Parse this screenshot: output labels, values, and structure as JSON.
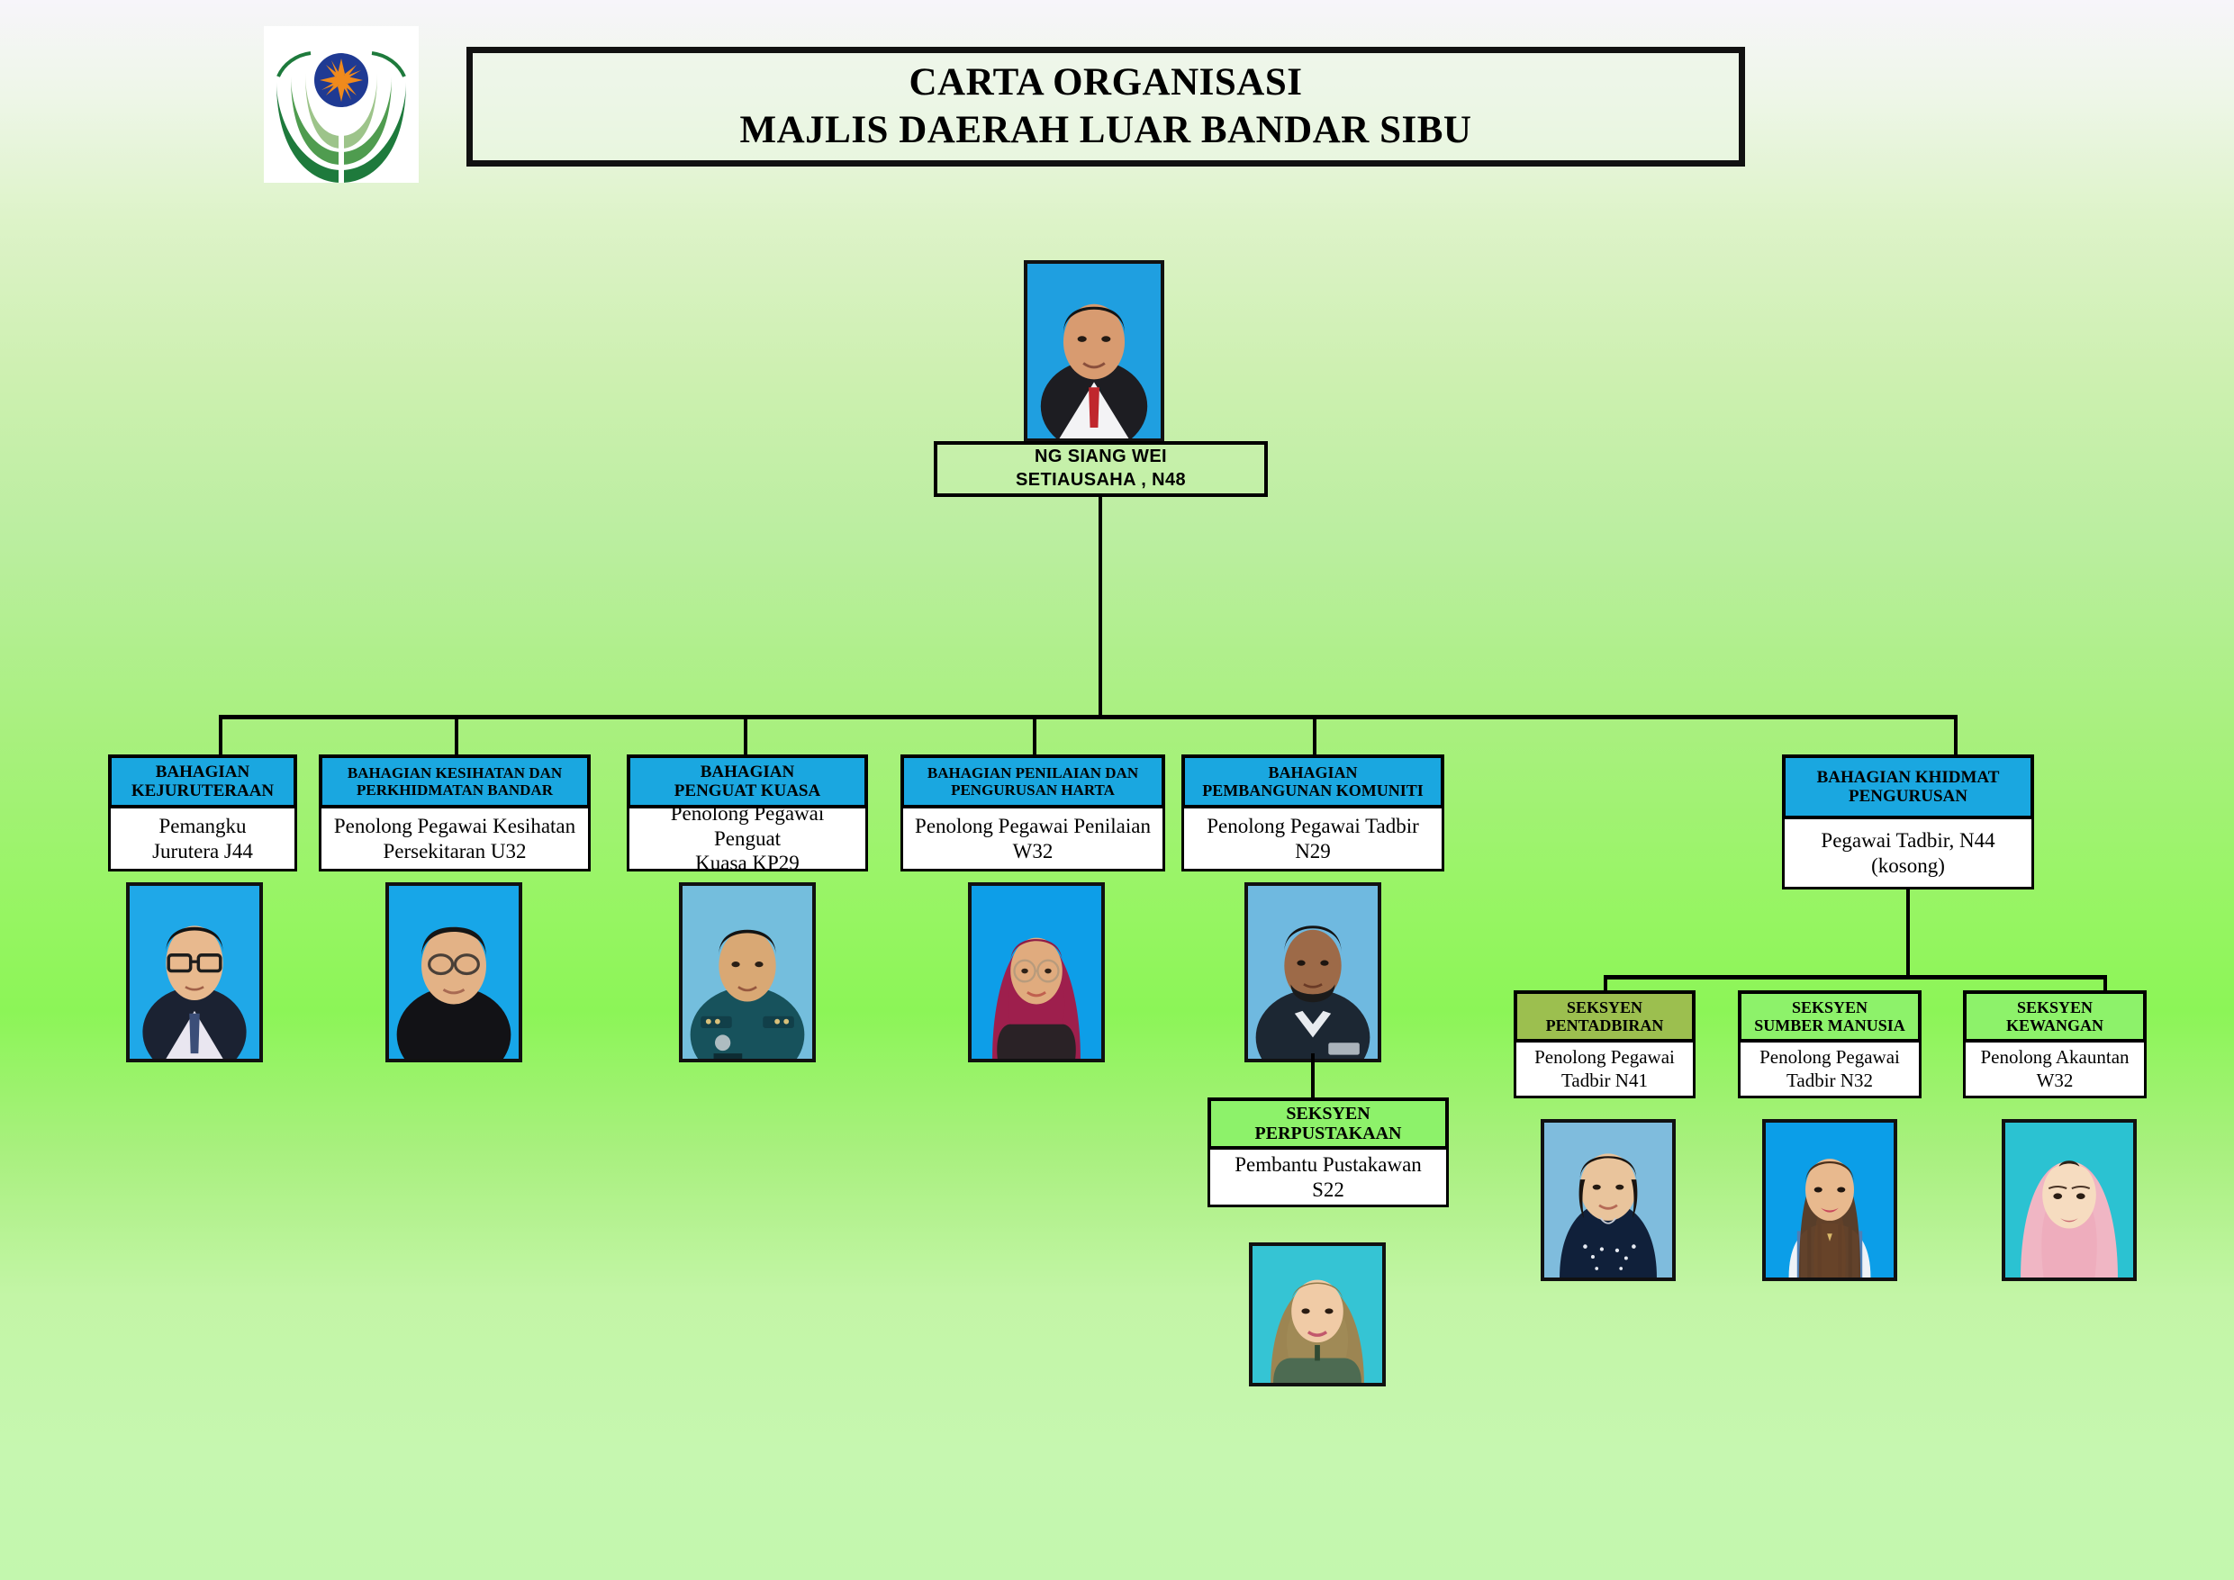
{
  "header": {
    "title_line1": "CARTA ORGANISASI",
    "title_line2": "MAJLIS DAERAH LUAR BANDAR SIBU",
    "logo_name": "majlis-daerah-luar-bandar-sibu-logo",
    "logo_colors": {
      "circle": "#1f3a93",
      "star": "#f08a1c",
      "arc_dark": "#1e7a3c",
      "arc_mid": "#4f9c4f",
      "arc_light": "#9dc48a"
    }
  },
  "colors": {
    "head_cyan": "#1aa7e0",
    "head_olive": "#9cbf4f",
    "head_green": "#8df26a",
    "body_white": "#ffffff",
    "line": "#000000",
    "bg_top": "#f7f5fa",
    "bg_mid": "#8cf557",
    "bg_bottom": "#c3f7ae"
  },
  "top": {
    "name": "NG SIANG WEI",
    "position": "SETIAUSAHA , N48",
    "photo": "portrait-secretary"
  },
  "departments": [
    {
      "id": "bahagian-kejuruteraan",
      "head_line1": "BAHAGIAN",
      "head_line2": "KEJURUTERAAN",
      "head_color": "#1aa7e0",
      "body_line1": "Pemangku",
      "body_line2": "Jurutera J44",
      "photo": "portrait-jurutera",
      "photo_bg": "#1aa7e0"
    },
    {
      "id": "bahagian-kesihatan-dan-perkhidmatan-bandar",
      "head_line1": "BAHAGIAN KESIHATAN DAN",
      "head_line2": "PERKHIDMATAN BANDAR",
      "head_color": "#1aa7e0",
      "body_line1": "Penolong Pegawai Kesihatan",
      "body_line2": "Persekitaran U32",
      "photo": "portrait-kesihatan",
      "photo_bg": "#1aa7e0"
    },
    {
      "id": "bahagian-penguat-kuasa",
      "head_line1": "BAHAGIAN",
      "head_line2": "PENGUAT KUASA",
      "head_color": "#1aa7e0",
      "body_line1": "Penolong Pegawai Penguat",
      "body_line2": "Kuasa KP29",
      "photo": "portrait-penguat-kuasa",
      "photo_bg": "#6fb8dd"
    },
    {
      "id": "bahagian-penilaian-dan-pengurusan-harta",
      "head_line1": "BAHAGIAN PENILAIAN DAN",
      "head_line2": "PENGURUSAN HARTA",
      "head_color": "#1aa7e0",
      "body_line1": "Penolong Pegawai Penilaian",
      "body_line2": "W32",
      "photo": "portrait-penilaian",
      "photo_bg": "#0b9ee8"
    },
    {
      "id": "bahagian-pembangunan-komuniti",
      "head_line1": "BAHAGIAN",
      "head_line2": "PEMBANGUNAN KOMUNITI",
      "head_color": "#1aa7e0",
      "body_line1": "Penolong Pegawai Tadbir",
      "body_line2": "N29",
      "photo": "portrait-komuniti",
      "photo_bg": "#6fb8dd"
    },
    {
      "id": "bahagian-khidmat-pengurusan",
      "head_line1": "BAHAGIAN KHIDMAT",
      "head_line2": "PENGURUSAN",
      "head_color": "#1aa7e0",
      "body_line1": "Pegawai Tadbir, N44",
      "body_line2": "(kosong)",
      "photo": null,
      "photo_bg": null
    }
  ],
  "sections": [
    {
      "id": "seksyen-perpustakaan",
      "parent": "bahagian-pembangunan-komuniti",
      "head_line1": "SEKSYEN",
      "head_line2": "PERPUSTAKAAN",
      "head_color": "#8df26a",
      "body_line1": "Pembantu Pustakawan",
      "body_line2": "S22",
      "photo": "portrait-pustakawan",
      "photo_bg": "#35c4d4"
    },
    {
      "id": "seksyen-pentadbiran",
      "parent": "bahagian-khidmat-pengurusan",
      "head_line1": "SEKSYEN",
      "head_line2": "PENTADBIRAN",
      "head_color": "#9cbf4f",
      "body_line1": "Penolong Pegawai",
      "body_line2": "Tadbir N41",
      "photo": "portrait-pentadbiran",
      "photo_bg": "#7fbcdd"
    },
    {
      "id": "seksyen-sumber-manusia",
      "parent": "bahagian-khidmat-pengurusan",
      "head_line1": "SEKSYEN",
      "head_line2": "SUMBER MANUSIA",
      "head_color": "#8df26a",
      "body_line1": "Penolong Pegawai",
      "body_line2": "Tadbir N32",
      "photo": "portrait-sumber-manusia",
      "photo_bg": "#0b9ee8"
    },
    {
      "id": "seksyen-kewangan",
      "parent": "bahagian-khidmat-pengurusan",
      "head_line1": "SEKSYEN",
      "head_line2": "KEWANGAN",
      "head_color": "#8df26a",
      "body_line1": "Penolong Akauntan",
      "body_line2": "W32",
      "photo": "portrait-kewangan",
      "photo_bg": "#2bc2d2"
    }
  ]
}
